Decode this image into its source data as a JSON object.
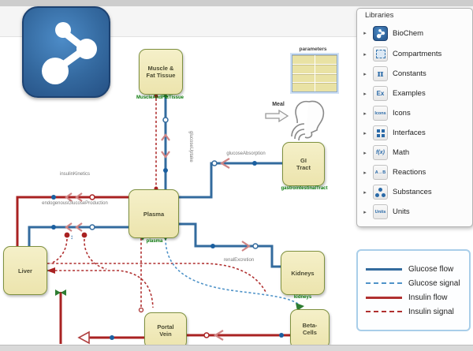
{
  "app": {
    "icon": "systemmodeler-share-icon"
  },
  "libraries_panel": {
    "title": "Libraries",
    "items": [
      {
        "label": "BioChem",
        "icon": "biochem-icon",
        "glyph": ""
      },
      {
        "label": "Compartments",
        "icon": "compartments-icon",
        "glyph": ""
      },
      {
        "label": "Constants",
        "icon": "pi-icon",
        "glyph": "π"
      },
      {
        "label": "Examples",
        "icon": "examples-icon",
        "glyph": "Ex"
      },
      {
        "label": "Icons",
        "icon": "icons-icon",
        "glyph": "Icons"
      },
      {
        "label": "Interfaces",
        "icon": "interfaces-icon",
        "glyph": ""
      },
      {
        "label": "Math",
        "icon": "function-icon",
        "glyph": "f(x)"
      },
      {
        "label": "Reactions",
        "icon": "reaction-icon",
        "glyph": "A→B"
      },
      {
        "label": "Substances",
        "icon": "substances-icon",
        "glyph": ""
      },
      {
        "label": "Units",
        "icon": "units-icon",
        "glyph": "Units"
      }
    ]
  },
  "legend": {
    "items": [
      {
        "label": "Glucose flow",
        "color": "#336b9e",
        "style": "solid"
      },
      {
        "label": "Glucose signal",
        "color": "#4f93c8",
        "style": "dashed"
      },
      {
        "label": "Insulin flow",
        "color": "#b03030",
        "style": "solid"
      },
      {
        "label": "Insulin signal",
        "color": "#b03030",
        "style": "dashed"
      }
    ]
  },
  "diagram": {
    "nodes": [
      {
        "id": "muscle-fat-tissue",
        "label": "Muscle &\nFat Tissue"
      },
      {
        "id": "gi-tract",
        "label": "GI\nTract"
      },
      {
        "id": "plasma",
        "label": "Plasma"
      },
      {
        "id": "liver",
        "label": "Liver"
      },
      {
        "id": "kidneys",
        "label": "Kidneys"
      },
      {
        "id": "portal-vein",
        "label": "Portal\nVein"
      },
      {
        "id": "beta-cells",
        "label": "Beta-\nCells"
      }
    ],
    "sublabels": {
      "muscle": "MuscleAndFatTissue",
      "gi": "gastrointestinalTract",
      "plasma": "plasma",
      "kidneys": "kidneys"
    },
    "edge_labels": {
      "insulin_kinetics": "insulinKinetics",
      "endogenous_glucose_production": "endogenousGlucoseProduction",
      "glucose_uptake": "glucoseUptake",
      "glucose_absorption": "glucoseAbsorption",
      "renal_excretion": "renalExcretion"
    },
    "meal_label": "Meal",
    "parameters_label": "parameters",
    "colors": {
      "glucose_flow": "#336b9e",
      "insulin_flow": "#a92222",
      "node_fill": "#efe8b8",
      "node_border": "#7f9140",
      "sublabel_green": "#0b7a0b"
    }
  }
}
